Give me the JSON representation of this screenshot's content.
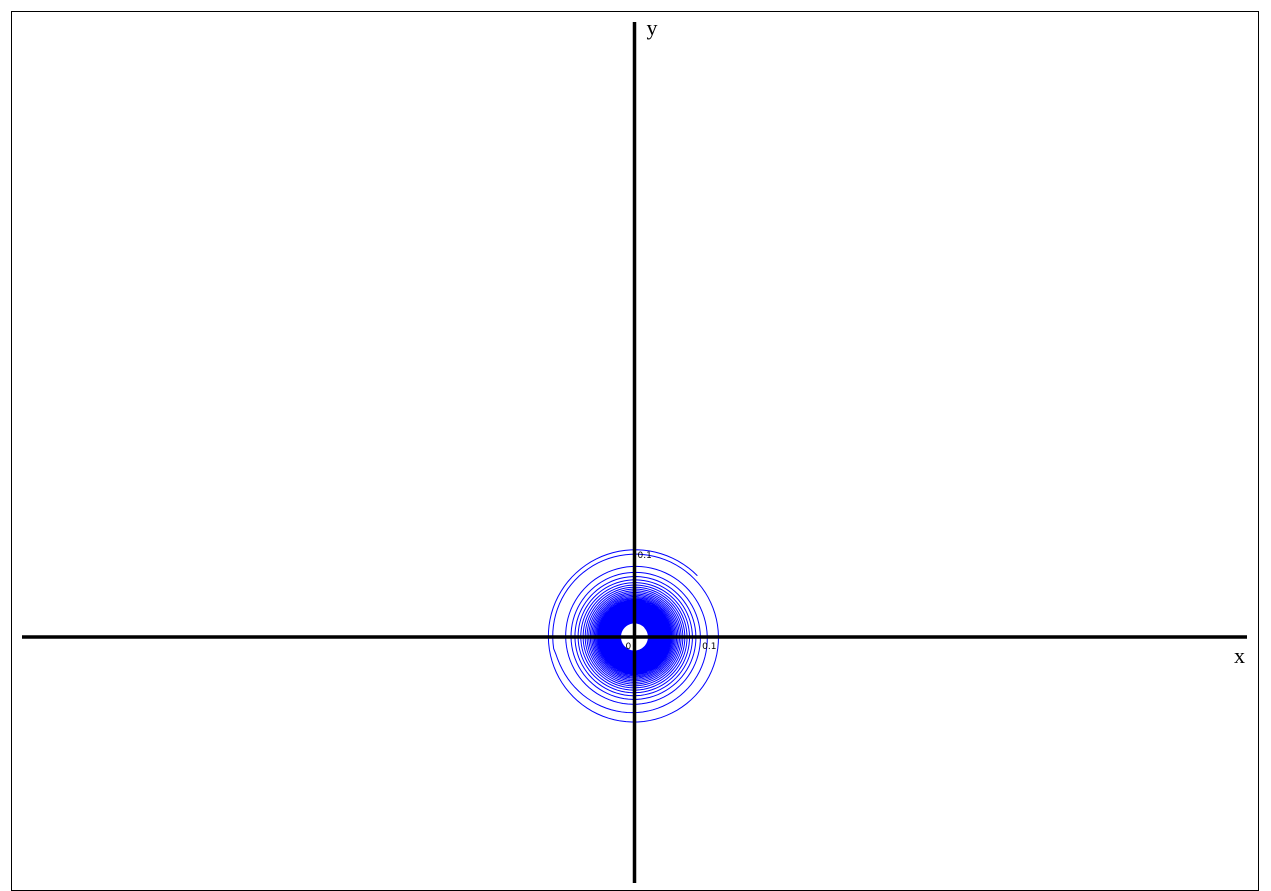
{
  "chart_data": {
    "type": "line",
    "title": "",
    "xlabel": "x",
    "ylabel": "y",
    "xlim": [
      -0.75,
      0.75
    ],
    "ylim": [
      -0.3,
      0.75
    ],
    "grid": false,
    "legend": "none",
    "axis_color": "#000000",
    "series_color": "#0000ff",
    "origin_label": "0",
    "x_ticks": [
      {
        "value": 0.1,
        "label": "0.1"
      }
    ],
    "y_ticks": [
      {
        "value": 0.1,
        "label": "0.1"
      }
    ],
    "series": [
      {
        "curve": "spiral",
        "start": {
          "x": 0.077,
          "y": 0.075
        },
        "outer_radius": 0.1,
        "inner_radius": 0.017,
        "turns": 70
      }
    ]
  }
}
